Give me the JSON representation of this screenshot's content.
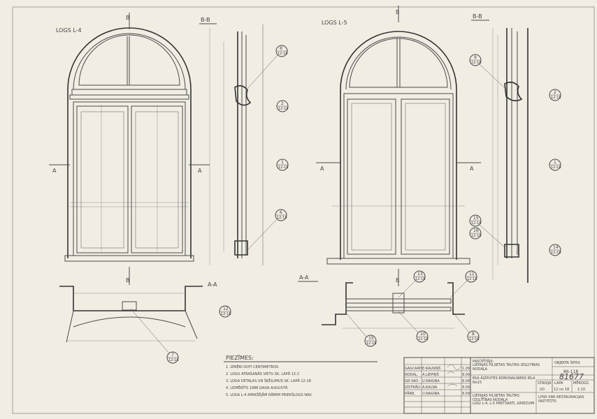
{
  "drawings": {
    "l4_title": "LOGS L-4",
    "l5_title": "LOGS L-5",
    "section_bb": "B-B",
    "section_aa": "A-A",
    "cut_a": "A",
    "cut_b": "B"
  },
  "callouts": [
    {
      "num": "6'",
      "sheet": "12-18"
    },
    {
      "num": "2",
      "sheet": "12-18"
    },
    {
      "num": "1",
      "sheet": "12-18"
    },
    {
      "num": "6",
      "sheet": "12-18"
    },
    {
      "num": "12",
      "sheet": "12-18"
    },
    {
      "num": "7",
      "sheet": "12-18"
    },
    {
      "num": "9",
      "sheet": "12-18"
    },
    {
      "num": "2",
      "sheet": "12-18"
    },
    {
      "num": "1",
      "sheet": "12-18"
    },
    {
      "num": "15",
      "sheet": "12-18"
    },
    {
      "num": "16",
      "sheet": "12-18"
    },
    {
      "num": "14",
      "sheet": "12-18"
    },
    {
      "num": "13",
      "sheet": "12-18"
    },
    {
      "num": "11",
      "sheet": "12-18"
    },
    {
      "num": "10",
      "sheet": "12-18"
    },
    {
      "num": "15",
      "sheet": "12-18"
    },
    {
      "num": "8",
      "sheet": "12-18"
    }
  ],
  "notes": {
    "title": "PIEZĪMES:",
    "items": [
      "1. IZMĒRI DOTI CENTIMETROS",
      "2. LOGU ATRAŠANĀS VIETU SK. LAPĀ 12-2",
      "3. LOGA DETAĻAS UN ŠĶĒLUMUS SK. LAPĀ 12-18",
      "4. UZMĒRĪTS 1988 GADA AUGUSTĀ",
      "5. LOGA L-4 APAKŠĒJĀM RĀMIM PRIEKŠLOGS NAV."
    ]
  },
  "title_block": {
    "signatures": [
      {
        "role": "GALV.ARH.",
        "name": "E.KALNIŅŠ",
        "date": "1.09"
      },
      {
        "role": "NODAĻ.",
        "name": "A.LIEPIŅŠ",
        "date": "8.09"
      },
      {
        "role": "GR.VAD.",
        "name": "U.NAGIŅA",
        "date": "8.09"
      },
      {
        "role": "IZSTRĀD.",
        "name": "A.KALNA",
        "date": "8.09"
      },
      {
        "role": "PĀRB.",
        "name": "U.NAGIŅA",
        "date": "8.09"
      }
    ],
    "client_label": "PASŪTĪTĀJS:",
    "client": "LIEPĀJAS PILSĒTAS TAUTAS IZGLĪTĪBAS NODAĻA",
    "object_code_label": "OBJEKTA ŠIFRS",
    "object_code": "86-118",
    "building": "ĒKA AIZPUTES KOMUNĀLNIEKS IELA No15",
    "archive_no": "81677",
    "owner": "LIEPĀJAS PILSĒTAS TAUTAS IZGLĪTĪBAS NODAĻA",
    "stage_label": "STADIJA",
    "sheet_label": "LAPA",
    "scale_label": "MĒROGS",
    "stage": "I/D",
    "sheet": "12 no 18",
    "scale": "1:10",
    "sheet_title": "LOGI L-4, L-5 PRETSKATI, GRIEZUMI",
    "institute": "LPSR VNK RESTAURĀCIJAS INSTITŪTS"
  }
}
